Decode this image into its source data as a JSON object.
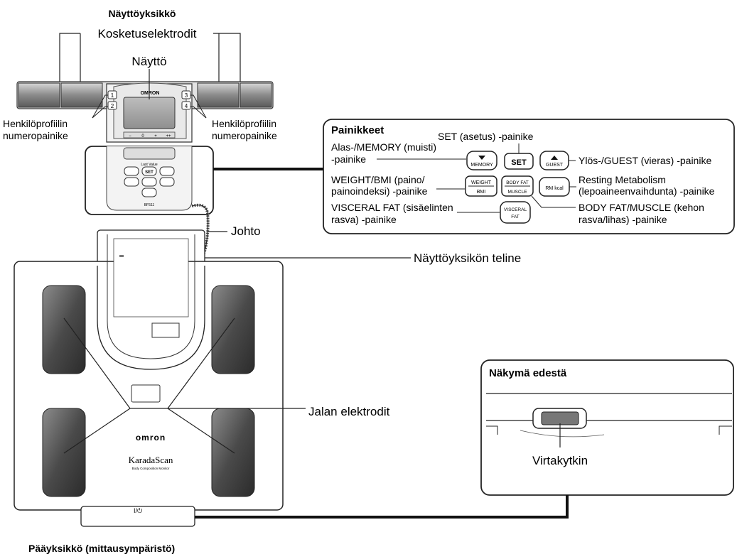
{
  "titles": {
    "display_unit": "Näyttöyksikkö",
    "main_unit": "Pääyksikkö (mittausympäristö)"
  },
  "labels": {
    "touch_electrodes": "Kosketuselektrodit",
    "display": "Näyttö",
    "profile_left_1": "Henkilöprofiilin",
    "profile_left_2": "numeropainike",
    "profile_right_1": "Henkilöprofiilin",
    "profile_right_2": "numeropainike",
    "cord": "Johto",
    "holder": "Näyttöyksikön teline",
    "foot_electrodes": "Jalan elektrodit"
  },
  "buttons_panel": {
    "title": "Painikkeet",
    "set_label": "SET (asetus) -painike",
    "memory_label_1": "Alas-/MEMORY (muisti)",
    "memory_label_2": "-painike",
    "guest_label": "Ylös-/GUEST (vieras) -painike",
    "weight_label_1": "WEIGHT/BMI (paino/",
    "weight_label_2": "painoindeksi) -painike",
    "rm_label_1": "Resting Metabolism",
    "rm_label_2": "(lepoaineenvaihdunta) -painike",
    "bodyfat_label_1": "BODY FAT/MUSCLE (kehon",
    "bodyfat_label_2": "rasva/lihas) -painike",
    "visceral_label_1": "VISCERAL FAT (sisäelinten",
    "visceral_label_2": "rasva) -painike",
    "keys": {
      "memory": "MEMORY",
      "set": "SET",
      "guest": "GUEST",
      "weight": "WEIGHT",
      "bmi": "BMI",
      "bodyfat": "BODY FAT",
      "muscle": "MUSCLE",
      "rm": "RM kcal",
      "visceral": "VISCERAL",
      "fat": "FAT"
    }
  },
  "front_view": {
    "title": "Näkymä edestä",
    "switch_label": "Virtakytkin"
  },
  "device": {
    "brand": "OMRON",
    "brand_main": "omron",
    "product": "KaradaScan",
    "product_sub": "Body Composition Monitor",
    "last_value": "Last Value",
    "model": "BF511",
    "power_symbol": "I/⏻",
    "profile_numbers": [
      "1",
      "2",
      "3",
      "4"
    ],
    "lcd_keys": [
      "−",
      "0",
      "+",
      "++"
    ]
  }
}
